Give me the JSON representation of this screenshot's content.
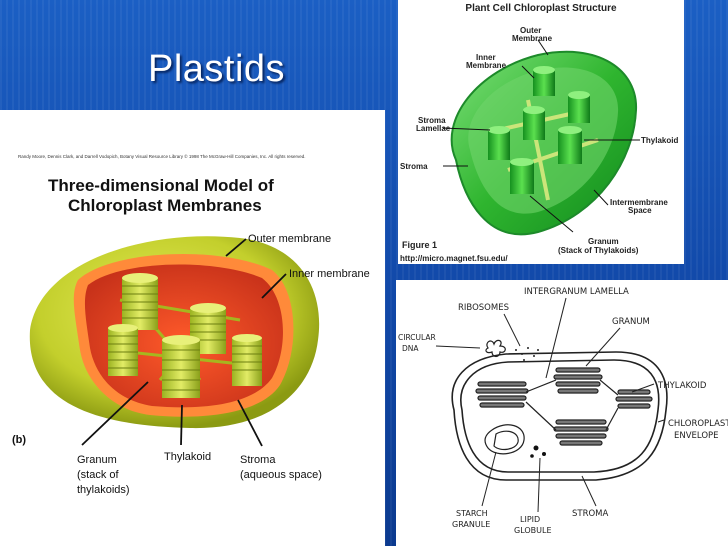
{
  "slide": {
    "title": "Plastids"
  },
  "panel1": {
    "credit": "Randy Moore, Dennis Clark, and Darrell Vodopich, Botany Visual Resource Library © 1998 The McGraw-Hill Companies, Inc. All rights reserved.",
    "heading_line1": "Three-dimensional Model of",
    "heading_line2": "Chloroplast Membranes",
    "labels": {
      "outer": "Outer membrane",
      "inner": "Inner membrane",
      "part": "(b)",
      "granum1": "Granum",
      "granum2": "(stack of",
      "granum3": "thylakoids)",
      "thylakoid": "Thylakoid",
      "stroma1": "Stroma",
      "stroma2": "(aqueous space)"
    }
  },
  "panel2": {
    "title": "Plant Cell Chloroplast Structure",
    "labels": {
      "outer1": "Outer",
      "outer2": "Membrane",
      "inner1": "Inner",
      "inner2": "Membrane",
      "lamellae1": "Stroma",
      "lamellae2": "Lamellae",
      "stroma": "Stroma",
      "thylakoid": "Thylakoid",
      "inter1": "Intermembrane",
      "inter2": "Space",
      "granum1": "Granum",
      "granum2": "(Stack of Thylakoids)",
      "figure": "Figure 1",
      "url": "http://micro.magnet.fsu.edu/"
    }
  },
  "panel3": {
    "labels": {
      "intergranum": "INTERGRANUM LAMELLA",
      "ribosomes": "RIBOSOMES",
      "granum": "GRANUM",
      "circular1": "CIRCULAR",
      "circular2": "DNA",
      "thylakoid": "THYLAKOID",
      "envelope1": "CHLOROPLAST",
      "envelope2": "ENVELOPE",
      "starch1": "STARCH",
      "starch2": "GRANULE",
      "lipid1": "LIPID",
      "lipid2": "GLOBULE",
      "stroma": "STROMA"
    }
  },
  "colors": {
    "background": "#1148a8",
    "outer_membrane": "#c9d431",
    "inner_membrane": "#e2572a",
    "stroma": "#d43b1b",
    "granum": "#c8dc3c",
    "chloroplast3d": "#2fb52f"
  }
}
